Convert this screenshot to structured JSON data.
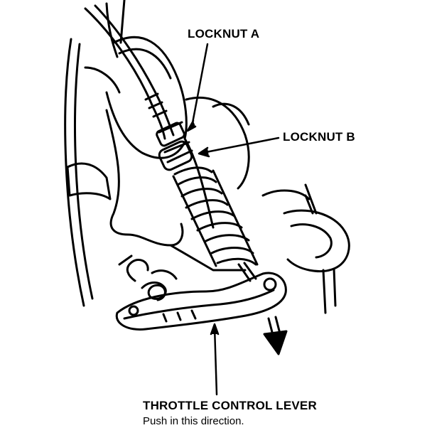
{
  "labels": {
    "locknut_a": "LOCKNUT A",
    "locknut_b": "LOCKNUT B",
    "lever_title": "THROTTLE CONTROL LEVER",
    "lever_instruction": "Push in this direction."
  },
  "colors": {
    "ink": "#000000",
    "paper": "#ffffff"
  }
}
